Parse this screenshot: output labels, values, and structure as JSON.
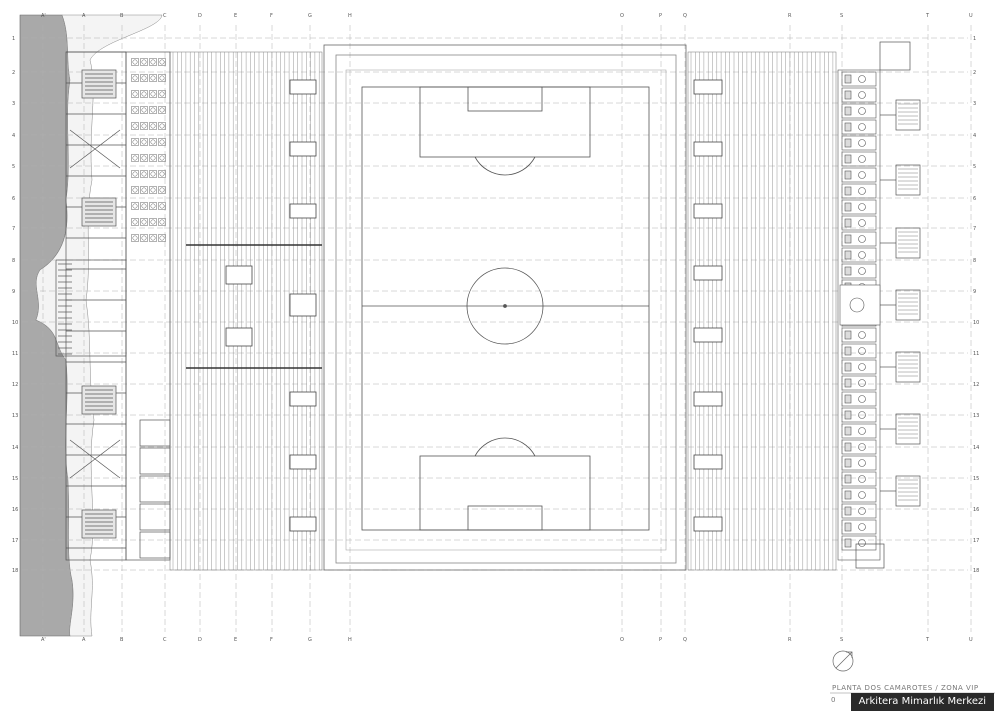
{
  "drawing": {
    "title": "PLANTA DOS CAMAROTES / ZONA VIP",
    "scale_bar_label": "0",
    "north_symbol": "north-arrow-icon"
  },
  "grid": {
    "column_labels": [
      "A'",
      "A",
      "B",
      "C",
      "D",
      "E",
      "F",
      "G",
      "H",
      "O",
      "P",
      "Q",
      "R",
      "S",
      "T",
      "U"
    ],
    "row_labels": [
      "1",
      "2",
      "3",
      "4",
      "5",
      "6",
      "7",
      "8",
      "9",
      "10",
      "11",
      "12",
      "13",
      "14",
      "15",
      "16",
      "17",
      "18"
    ]
  },
  "watermark": "Arkitera Mimarlık Merkezi",
  "colors": {
    "line": "#555555",
    "light_line": "#a8a8a8",
    "terrain": "#a9a9a9",
    "background": "#ffffff",
    "watermark_bg": "#2a2a2a"
  }
}
